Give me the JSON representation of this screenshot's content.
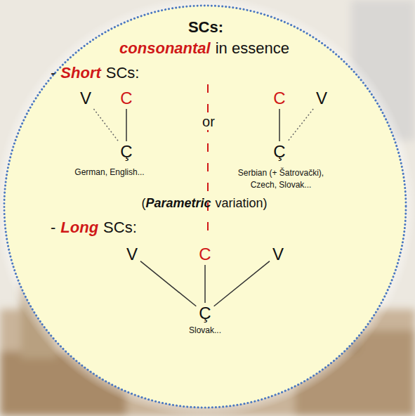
{
  "diagram": {
    "title": "SCs:",
    "nodes": [
      {
        "text": [
          "V"
        ]
      },
      {
        "text": [
          "C"
        ]
      },
      {
        "text": [
          "C"
        ]
      },
      {
        "text": [
          "V"
        ]
      },
      {
        "text": [
          "Ç"
        ]
      },
      {
        "text": [
          "Ç"
        ]
      },
      {
        "text": [
          "V"
        ]
      },
      {
        "text": [
          "C"
        ]
      },
      {
        "text": [
          "V"
        ]
      },
      {
        "text": [
          "Ç"
        ]
      }
    ],
    "edges": [
      {
        "from": 0,
        "to": 4,
        "arrow": "none"
      },
      {
        "from": 1,
        "to": 4,
        "arrow": "none"
      },
      {
        "from": 3,
        "to": 5,
        "arrow": "none"
      },
      {
        "from": 2,
        "to": 5,
        "arrow": "none"
      },
      {
        "from": 6,
        "to": 9,
        "arrow": "none"
      },
      {
        "from": 7,
        "to": 9,
        "arrow": "none"
      },
      {
        "from": 8,
        "to": 9,
        "arrow": "none"
      }
    ],
    "labels": [
      "consonantal",
      "in essence",
      "-",
      "Short",
      "SCs:",
      "or",
      "German, English...",
      "Serbian (+ Šatrovački), Czech, Slovak...",
      "(",
      "Parametric",
      "variation)",
      "-",
      "Long",
      "SCs:",
      "Slovak..."
    ]
  }
}
